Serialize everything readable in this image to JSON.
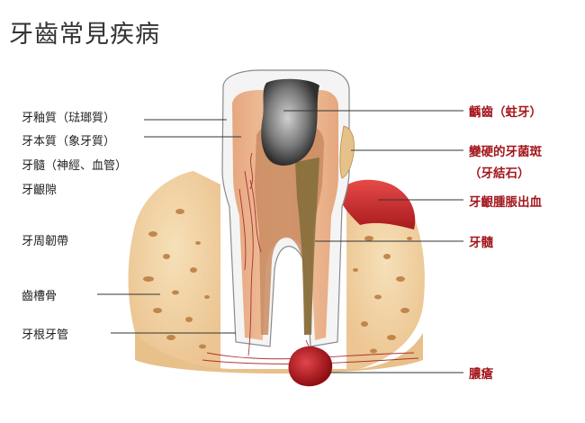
{
  "title": "牙齒常見疾病",
  "left_labels": [
    {
      "id": "enamel",
      "text": "牙釉質（琺瑯質）"
    },
    {
      "id": "dentin",
      "text": "牙本質（象牙質）"
    },
    {
      "id": "pulp-left",
      "text": "牙髓（神經、血管）"
    },
    {
      "id": "gum-pocket",
      "text": "牙齦隙"
    },
    {
      "id": "periodontal-ligament",
      "text": "牙周韌帶"
    },
    {
      "id": "alveolar-bone",
      "text": "齒槽骨"
    },
    {
      "id": "root-canal",
      "text": "牙根牙管"
    }
  ],
  "right_labels": [
    {
      "id": "caries",
      "text": "齲齒（蛀牙）"
    },
    {
      "id": "tartar-1",
      "text": "變硬的牙菌斑"
    },
    {
      "id": "tartar-2",
      "text": "（牙結石）"
    },
    {
      "id": "gingivitis",
      "text": "牙齦腫脹出血"
    },
    {
      "id": "pulp-right",
      "text": "牙髓"
    },
    {
      "id": "abscess",
      "text": "膿瘡"
    }
  ],
  "colors": {
    "title": "#333333",
    "label_dark": "#222222",
    "label_red": "#a3171d",
    "leader_line": "#333333",
    "bone": "#f1d4a6",
    "bone_spots": "#b97a3d",
    "dentin": "#e9b28c",
    "pulp": "#c9875f",
    "gum_inflamed": "#c9262a",
    "abscess": "#b4141a",
    "enamel": "#f5f5f5",
    "caries": "#4a4a4a"
  }
}
